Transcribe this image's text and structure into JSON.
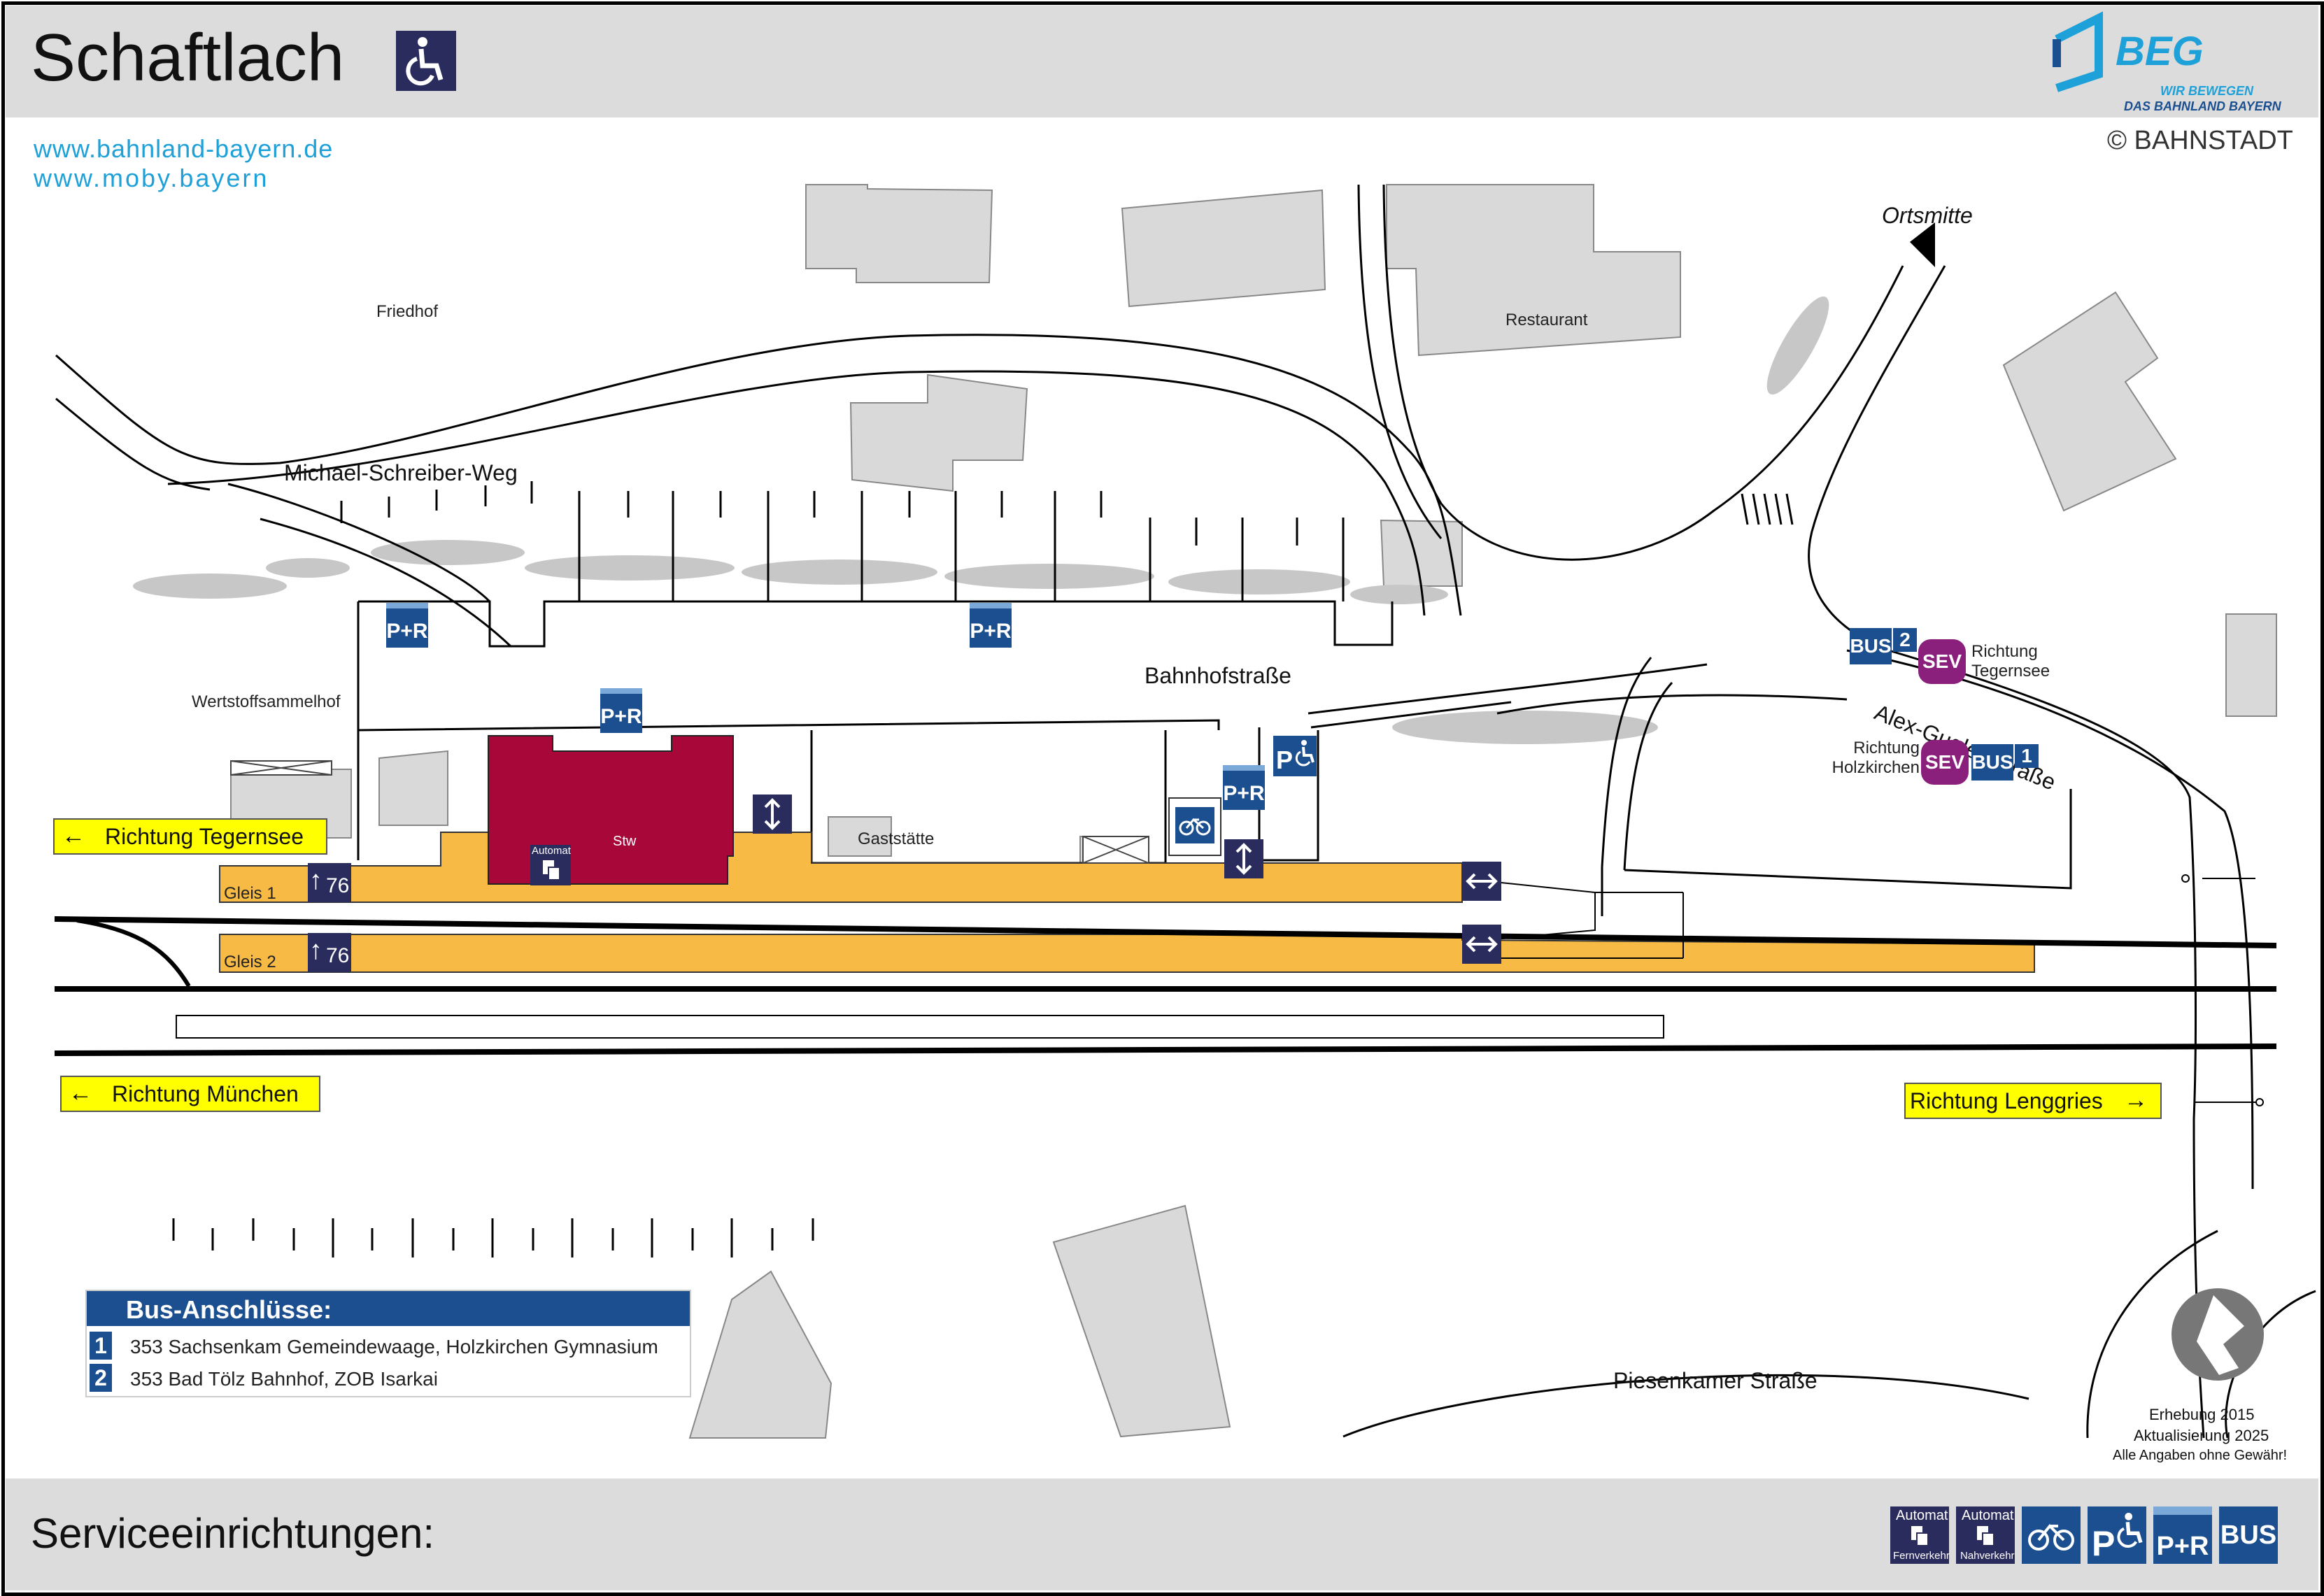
{
  "header": {
    "title": "Schaftlach",
    "links": [
      "www.bahnland-bayern.de",
      "www.moby.bayern"
    ],
    "beg_logo": "BEG",
    "beg_tagline_1": "WIR BEWEGEN",
    "beg_tagline_2": "DAS BAHNLAND BAYERN",
    "copyright": "© BAHNSTADT"
  },
  "map": {
    "labels": {
      "friedhof": "Friedhof",
      "restaurant": "Restaurant",
      "ortsmitte": "Ortsmitte",
      "michael_schreiber_weg": "Michael-Schreiber-Weg",
      "bahnhofstrasse": "Bahnhofstraße",
      "alex_gugler_strasse": "Alex-Gugler-Straße",
      "wertstoffsammelhof": "Wertstoffsammelhof",
      "stw": "Stw",
      "automat": "Automat",
      "gaststaette": "Gaststätte",
      "gleis1": "Gleis 1",
      "gleis2": "Gleis 2",
      "platform_height": "76",
      "piesenkamer_strasse": "Piesenkamer Straße",
      "richtung_tegernsee_bus": "Richtung Tegernsee",
      "richtung_holzkirchen_bus": "Richtung Holzkirchen"
    },
    "directions": {
      "tegernsee": "Richtung Tegernsee",
      "muenchen": "Richtung München",
      "lenggries": "Richtung Lenggries"
    },
    "signs": {
      "pr": "P+R",
      "bus": "BUS",
      "sev": "SEV",
      "parking": "P",
      "bus_stop_1": "1",
      "bus_stop_2": "2"
    }
  },
  "bus_panel": {
    "title": "Bus-Anschlüsse:",
    "rows": [
      {
        "num": "1",
        "text": "353 Sachsenkam Gemeindewaage, Holzkirchen Gymnasium"
      },
      {
        "num": "2",
        "text": "353 Bad Tölz Bahnhof, ZOB Isarkai"
      }
    ]
  },
  "footer_info": {
    "line1": "Erhebung 2015",
    "line2": "Aktualisierung 2025",
    "line3": "Alle Angaben ohne Gewähr!"
  },
  "footer": {
    "title": "Serviceeinrichtungen:",
    "icons": {
      "automat_top": "Automat",
      "fern": "Fernverkehr",
      "nah": "Nahverkehr",
      "parking": "P",
      "pr": "P+R",
      "bus": "BUS"
    }
  },
  "colors": {
    "platform": "#f7bb45",
    "building_red": "#a8073a",
    "sign_blue": "#1c4f8f",
    "sign_navy": "#2b2c5e",
    "sev_purple": "#8a1f7c",
    "direction_yellow": "#ffff00",
    "header_gray": "#dcdcdc",
    "building_gray": "#d9d9d9"
  }
}
